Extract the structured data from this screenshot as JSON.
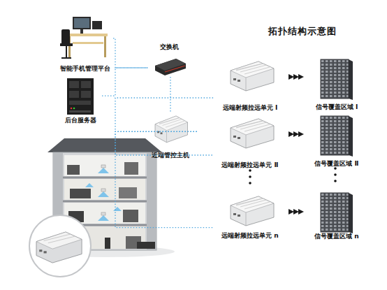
{
  "diagram": {
    "title": "拓扑结构示意图",
    "nodes": [
      {
        "text": [
          "智能手机管理平台"
        ]
      },
      {
        "text": [
          "后台服务器"
        ]
      },
      {
        "text": [
          "交换机"
        ]
      },
      {
        "text": [
          "近端管控主机"
        ]
      },
      {
        "text": [
          "远端射频拉远单元 Ⅰ"
        ]
      },
      {
        "text": [
          "信号覆盖区域 Ⅰ"
        ]
      },
      {
        "text": [
          "远端射频拉远单元 Ⅱ"
        ]
      },
      {
        "text": [
          "信号覆盖区域 Ⅱ"
        ]
      },
      {
        "text": [
          "远端射频拉远单元 n"
        ]
      },
      {
        "text": [
          "信号覆盖区域 n"
        ]
      }
    ],
    "edges": [
      {
        "from": 0,
        "to": 2,
        "arrow": "none"
      },
      {
        "from": 1,
        "to": 2,
        "arrow": "none"
      },
      {
        "from": 2,
        "to": 3,
        "arrow": "none"
      },
      {
        "from": 3,
        "to": 4,
        "arrow": "none"
      },
      {
        "from": 3,
        "to": 6,
        "arrow": "none"
      },
      {
        "from": 3,
        "to": 8,
        "arrow": "none"
      },
      {
        "from": 4,
        "to": 5,
        "arrow": "to"
      },
      {
        "from": 6,
        "to": 7,
        "arrow": "to"
      },
      {
        "from": 8,
        "to": 9,
        "arrow": "to"
      }
    ]
  }
}
